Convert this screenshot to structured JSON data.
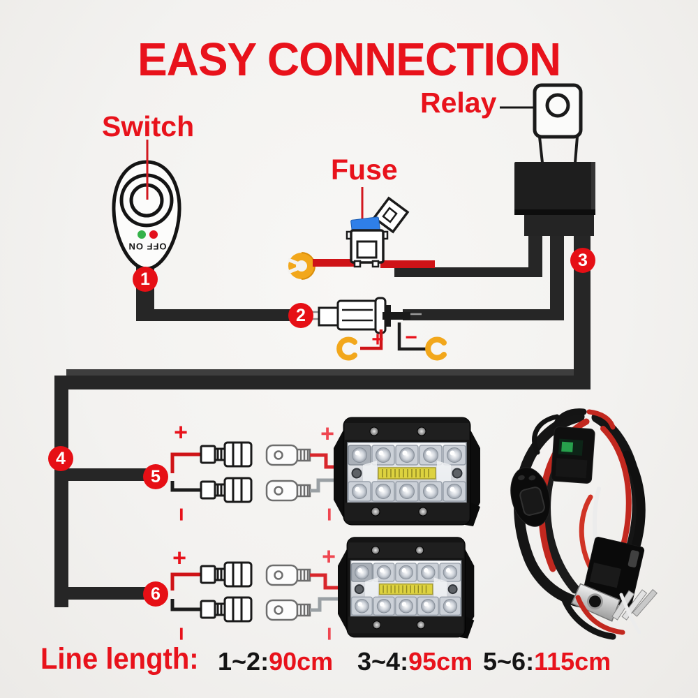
{
  "title": "EASY CONNECTION",
  "components": {
    "switch": "Switch",
    "relay": "Relay",
    "fuse": "Fuse",
    "switch_states": "OFF ON"
  },
  "markers": [
    "1",
    "2",
    "3",
    "4",
    "5",
    "6"
  ],
  "polarity": {
    "plus": "+",
    "minus": "−"
  },
  "line_length": {
    "heading": "Line length:",
    "items": [
      {
        "range": "1~2:",
        "value": "90cm"
      },
      {
        "range": "3~4:",
        "value": "95cm"
      },
      {
        "range": "5~6:",
        "value": "115cm"
      }
    ]
  },
  "colors": {
    "accent_red": "#e8121b",
    "wire_black": "#262626",
    "terminal_yellow": "#f2a71b",
    "fuse_blue": "#2f7fe8",
    "indicator_green": "#35b24a",
    "indicator_red": "#e3101c"
  }
}
